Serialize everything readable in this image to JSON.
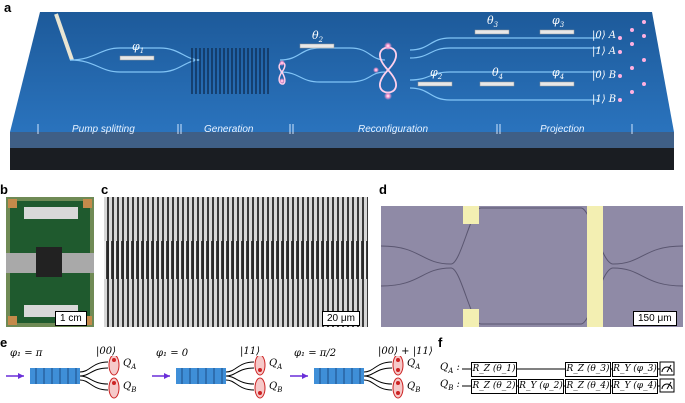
{
  "panels": {
    "a": "a",
    "b": "b",
    "c": "c",
    "d": "d",
    "e": "e",
    "f": "f"
  },
  "panel_a": {
    "phase_labels": {
      "phi1": "φ",
      "phi1_sub": "1",
      "theta2": "θ",
      "theta2_sub": "2",
      "theta3": "θ",
      "theta3_sub": "3",
      "phi3": "φ",
      "phi3_sub": "3",
      "phi2": "φ",
      "phi2_sub": "2",
      "theta4": "θ",
      "theta4_sub": "4",
      "phi4": "φ",
      "phi4_sub": "4"
    },
    "outputs": [
      "|0⟩ A",
      "|1⟩ A",
      "|0⟩ B",
      "|1⟩ B"
    ],
    "sections": [
      "Pump splitting",
      "Generation",
      "Reconfiguration",
      "Projection"
    ]
  },
  "panel_b": {
    "scale": "1 cm"
  },
  "panel_c": {
    "scale": "20 μm"
  },
  "panel_d": {
    "scale": "150 μm"
  },
  "panel_e": {
    "cases": [
      {
        "phase": "φ₁ = π",
        "state": "|00⟩"
      },
      {
        "phase": "φ₁ = 0",
        "state": "|11⟩"
      },
      {
        "phase": "φ₁ = π/2",
        "state": "|00⟩ + |11⟩"
      }
    ],
    "qa": "Q",
    "qa_sub": "A",
    "qb": "Q",
    "qb_sub": "B"
  },
  "panel_f": {
    "rows": [
      {
        "label": "Q",
        "sub": "A",
        "gates": [
          "R_Z (θ_1)",
          "R_Z (θ_3)",
          "R_Y (φ_3)"
        ]
      },
      {
        "label": "Q",
        "sub": "B",
        "gates": [
          "R_Z (θ_2)",
          "R_Y (φ_2)",
          "R_Z (θ_4)",
          "R_Y (φ_4)"
        ]
      }
    ]
  }
}
